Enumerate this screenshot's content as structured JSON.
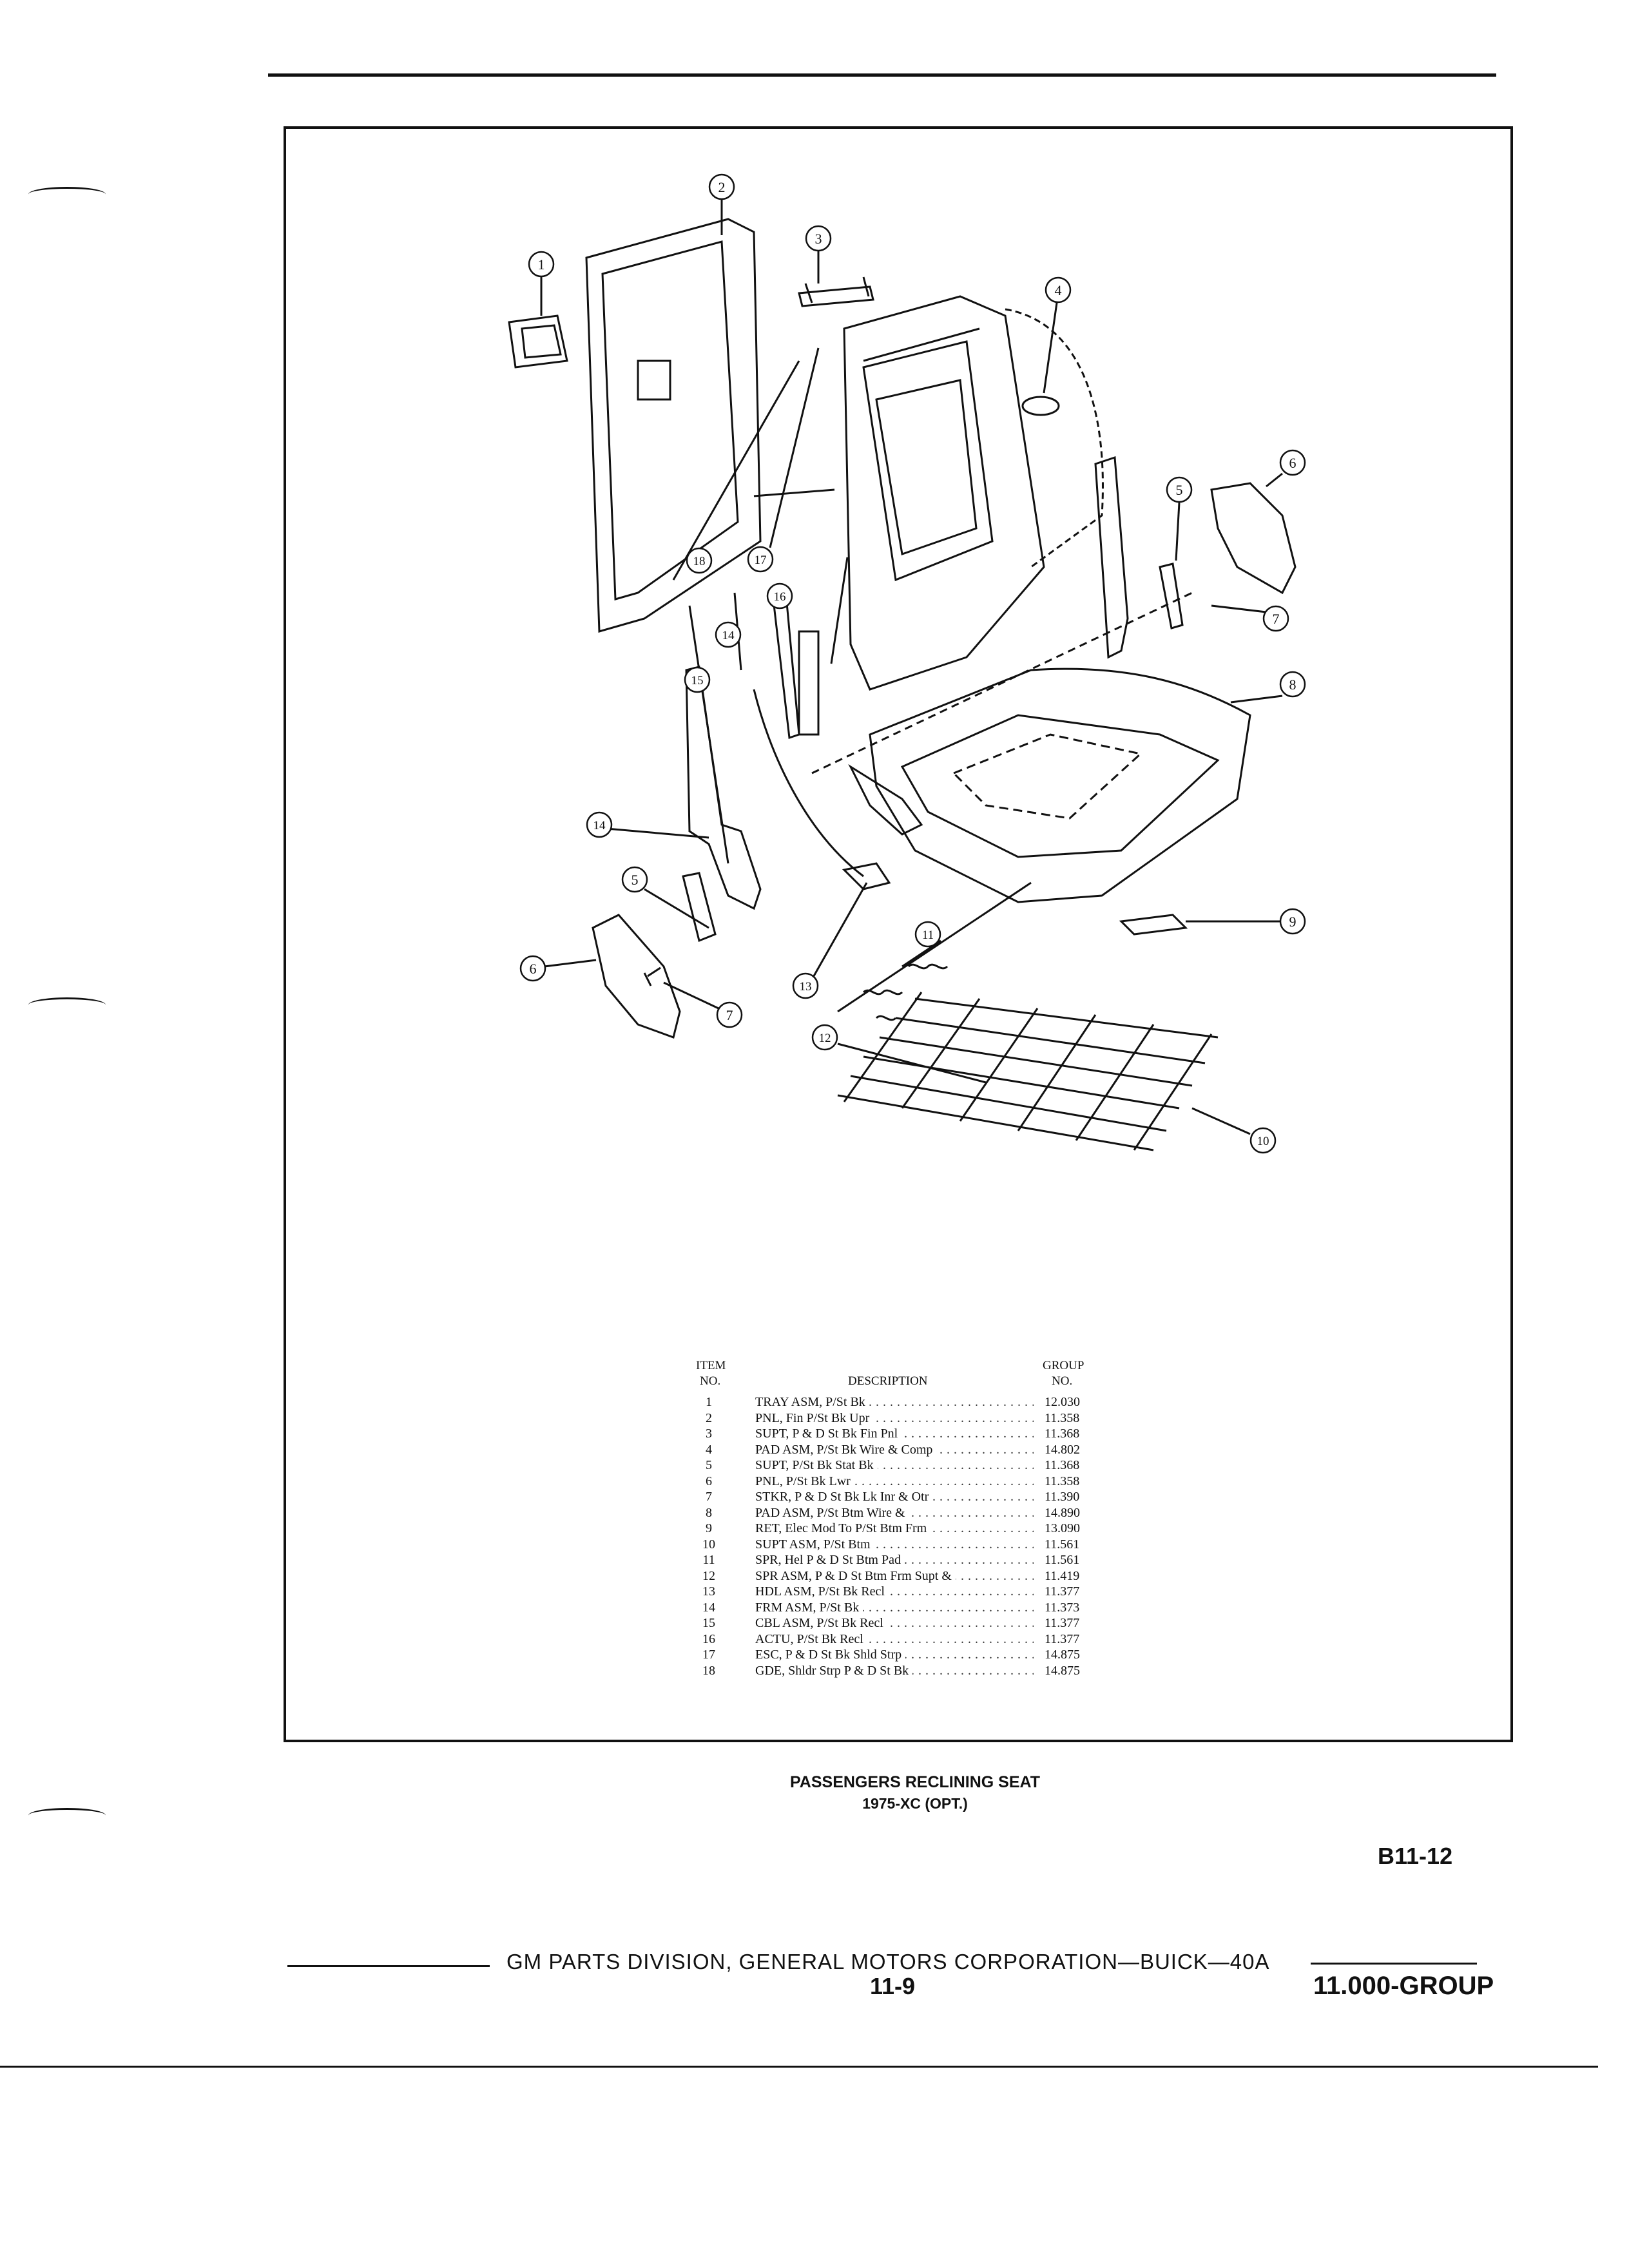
{
  "parts_table": {
    "headers": {
      "item_line1": "ITEM",
      "item_line2": "NO.",
      "description": "DESCRIPTION",
      "group_line1": "GROUP",
      "group_line2": "NO."
    },
    "rows": [
      {
        "no": "1",
        "desc": "TRAY ASM, P/St Bk",
        "group": "12.030"
      },
      {
        "no": "2",
        "desc": "PNL, Fin P/St Bk Upr",
        "group": "11.358"
      },
      {
        "no": "3",
        "desc": "SUPT, P & D St Bk Fin Pnl",
        "group": "11.368"
      },
      {
        "no": "4",
        "desc": "PAD ASM, P/St Bk Wire & Comp",
        "group": "14.802"
      },
      {
        "no": "5",
        "desc": "SUPT, P/St Bk Stat Bk",
        "group": "11.368"
      },
      {
        "no": "6",
        "desc": "PNL, P/St Bk Lwr",
        "group": "11.358"
      },
      {
        "no": "7",
        "desc": "STKR, P & D St Bk Lk Inr & Otr",
        "group": "11.390"
      },
      {
        "no": "8",
        "desc": "PAD ASM, P/St Btm Wire &",
        "group": "14.890"
      },
      {
        "no": "9",
        "desc": "RET, Elec Mod To P/St Btm Frm",
        "group": "13.090"
      },
      {
        "no": "10",
        "desc": "SUPT ASM, P/St Btm",
        "group": "11.561"
      },
      {
        "no": "11",
        "desc": "SPR, Hel P & D St Btm Pad",
        "group": "11.561"
      },
      {
        "no": "12",
        "desc": "SPR ASM, P & D St Btm Frm Supt &",
        "group": "11.419"
      },
      {
        "no": "13",
        "desc": "HDL ASM, P/St Bk Recl",
        "group": "11.377"
      },
      {
        "no": "14",
        "desc": "FRM ASM, P/St Bk",
        "group": "11.373"
      },
      {
        "no": "15",
        "desc": "CBL ASM, P/St Bk Recl",
        "group": "11.377"
      },
      {
        "no": "16",
        "desc": "ACTU, P/St Bk Recl",
        "group": "11.377"
      },
      {
        "no": "17",
        "desc": "ESC, P & D St Bk Shld Strp",
        "group": "14.875"
      },
      {
        "no": "18",
        "desc": "GDE, Shldr Strp P & D St Bk",
        "group": "14.875"
      }
    ]
  },
  "caption": {
    "title": "PASSENGERS RECLINING SEAT",
    "subtitle": "1975-XC (OPT.)"
  },
  "page_code": "B11-12",
  "footer": {
    "publisher": "GM PARTS DIVISION,  GENERAL MOTORS CORPORATION—BUICK—40A",
    "page_number": "11-9",
    "group": "11.000-GROUP"
  },
  "callouts": [
    "1",
    "2",
    "3",
    "4",
    "5",
    "6",
    "7",
    "8",
    "9",
    "10",
    "11",
    "12",
    "13",
    "14",
    "15",
    "16",
    "17",
    "18",
    "14",
    "5",
    "6",
    "7"
  ]
}
